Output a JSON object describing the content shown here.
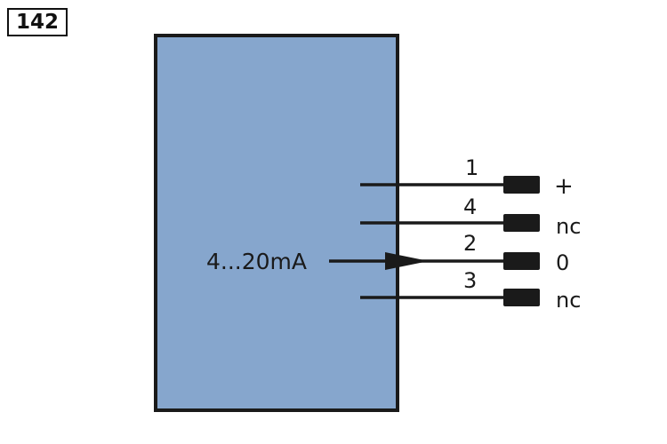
{
  "figure_number": "142",
  "colors": {
    "module_fill": "#86a6cd",
    "outline": "#1a1a1a",
    "background": "#ffffff"
  },
  "signal": {
    "label": "4...20mA"
  },
  "pins": [
    {
      "number": "1",
      "function": "+"
    },
    {
      "number": "4",
      "function": "nc"
    },
    {
      "number": "2",
      "function": "0"
    },
    {
      "number": "3",
      "function": "nc"
    }
  ]
}
